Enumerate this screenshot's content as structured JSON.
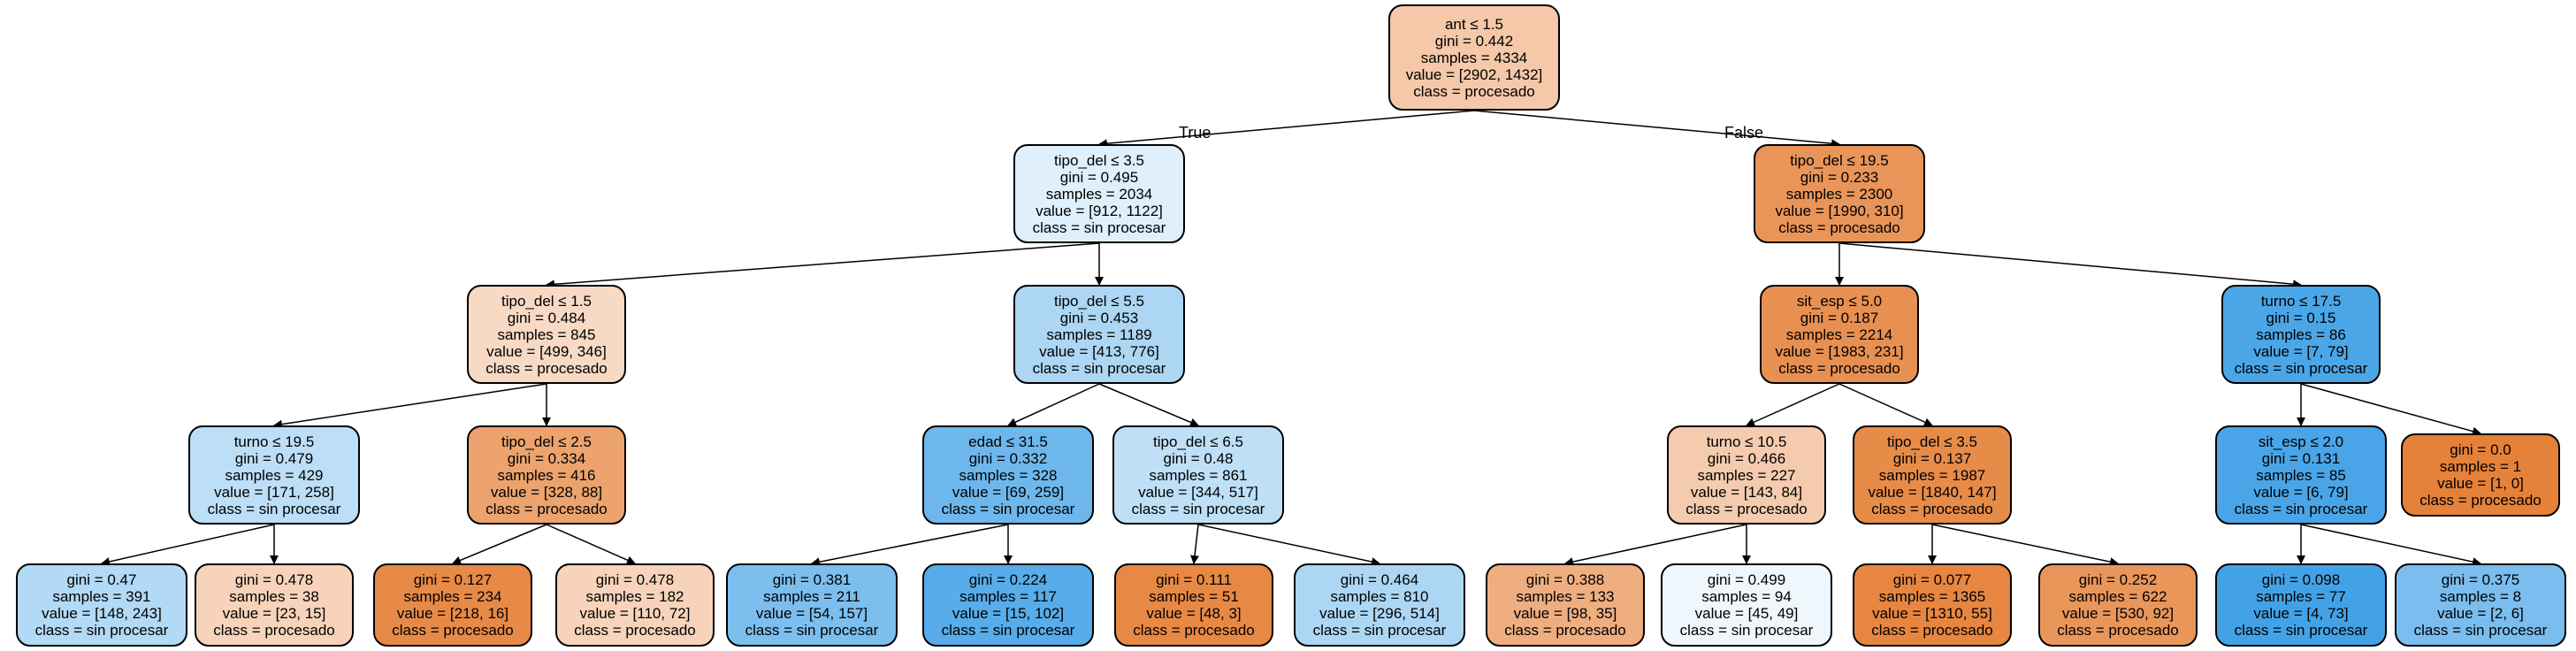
{
  "edge_labels": {
    "true_label": "True",
    "false_label": "False"
  },
  "colors": {
    "orange": "#e58139",
    "blue": "#399de5",
    "border": "#000000",
    "edge": "#000000"
  },
  "nodes": [
    {
      "id": 0,
      "lines": [
        "ant ≤ 1.5",
        "gini = 0.442",
        "samples = 4334",
        "value = [2902, 1432]",
        "class = procesado"
      ],
      "cls": "procesado",
      "purity": 0.44
    },
    {
      "id": 1,
      "lines": [
        "tipo_del ≤ 3.5",
        "gini = 0.495",
        "samples = 2034",
        "value = [912, 1122]",
        "class = sin procesar"
      ],
      "cls": "sin procesar",
      "purity": 0.16
    },
    {
      "id": 2,
      "lines": [
        "tipo_del ≤ 19.5",
        "gini = 0.233",
        "samples = 2300",
        "value = [1990, 310]",
        "class = procesado"
      ],
      "cls": "procesado",
      "purity": 0.84
    },
    {
      "id": 3,
      "lines": [
        "tipo_del ≤ 1.5",
        "gini = 0.484",
        "samples = 845",
        "value = [499, 346]",
        "class = procesado"
      ],
      "cls": "procesado",
      "purity": 0.3
    },
    {
      "id": 4,
      "lines": [
        "tipo_del ≤ 5.5",
        "gini = 0.453",
        "samples = 1189",
        "value = [413, 776]",
        "class = sin procesar"
      ],
      "cls": "sin procesar",
      "purity": 0.42
    },
    {
      "id": 5,
      "lines": [
        "sit_esp ≤ 5.0",
        "gini = 0.187",
        "samples = 2214",
        "value = [1983, 231]",
        "class = procesado"
      ],
      "cls": "procesado",
      "purity": 0.88
    },
    {
      "id": 6,
      "lines": [
        "turno ≤ 17.5",
        "gini = 0.15",
        "samples = 86",
        "value = [7, 79]",
        "class = sin procesar"
      ],
      "cls": "sin procesar",
      "purity": 0.91
    },
    {
      "id": 7,
      "lines": [
        "turno ≤ 19.5",
        "gini = 0.479",
        "samples = 429",
        "value = [171, 258]",
        "class = sin procesar"
      ],
      "cls": "sin procesar",
      "purity": 0.34
    },
    {
      "id": 8,
      "lines": [
        "tipo_del ≤ 2.5",
        "gini = 0.334",
        "samples = 416",
        "value = [328, 88]",
        "class = procesado"
      ],
      "cls": "procesado",
      "purity": 0.73
    },
    {
      "id": 9,
      "lines": [
        "edad ≤ 31.5",
        "gini = 0.332",
        "samples = 328",
        "value = [69, 259]",
        "class = sin procesar"
      ],
      "cls": "sin procesar",
      "purity": 0.73
    },
    {
      "id": 10,
      "lines": [
        "tipo_del ≤ 6.5",
        "gini = 0.48",
        "samples = 861",
        "value = [344, 517]",
        "class = sin procesar"
      ],
      "cls": "sin procesar",
      "purity": 0.33
    },
    {
      "id": 11,
      "lines": [
        "turno ≤ 10.5",
        "gini = 0.466",
        "samples = 227",
        "value = [143, 84]",
        "class = procesado"
      ],
      "cls": "procesado",
      "purity": 0.41
    },
    {
      "id": 12,
      "lines": [
        "tipo_del ≤ 3.5",
        "gini = 0.137",
        "samples = 1987",
        "value = [1840, 147]",
        "class = procesado"
      ],
      "cls": "procesado",
      "purity": 0.92
    },
    {
      "id": 13,
      "lines": [
        "sit_esp ≤ 2.0",
        "gini = 0.131",
        "samples = 85",
        "value = [6, 79]",
        "class = sin procesar"
      ],
      "cls": "sin procesar",
      "purity": 0.92
    },
    {
      "id": 14,
      "lines": [
        "gini = 0.0",
        "samples = 1",
        "value = [1, 0]",
        "class = procesado"
      ],
      "cls": "procesado",
      "purity": 1.0
    },
    {
      "id": 15,
      "lines": [
        "gini = 0.47",
        "samples = 391",
        "value = [148, 243]",
        "class = sin procesar"
      ],
      "cls": "sin procesar",
      "purity": 0.39
    },
    {
      "id": 16,
      "lines": [
        "gini = 0.478",
        "samples = 38",
        "value = [23, 15]",
        "class = procesado"
      ],
      "cls": "procesado",
      "purity": 0.35
    },
    {
      "id": 17,
      "lines": [
        "gini = 0.127",
        "samples = 234",
        "value = [218, 16]",
        "class = procesado"
      ],
      "cls": "procesado",
      "purity": 0.93
    },
    {
      "id": 18,
      "lines": [
        "gini = 0.478",
        "samples = 182",
        "value = [110, 72]",
        "class = procesado"
      ],
      "cls": "procesado",
      "purity": 0.35
    },
    {
      "id": 19,
      "lines": [
        "gini = 0.381",
        "samples = 211",
        "value = [54, 157]",
        "class = sin procesar"
      ],
      "cls": "sin procesar",
      "purity": 0.66
    },
    {
      "id": 20,
      "lines": [
        "gini = 0.224",
        "samples = 117",
        "value = [15, 102]",
        "class = sin procesar"
      ],
      "cls": "sin procesar",
      "purity": 0.85
    },
    {
      "id": 21,
      "lines": [
        "gini = 0.111",
        "samples = 51",
        "value = [48, 3]",
        "class = procesado"
      ],
      "cls": "procesado",
      "purity": 0.94
    },
    {
      "id": 22,
      "lines": [
        "gini = 0.464",
        "samples = 810",
        "value = [296, 514]",
        "class = sin procesar"
      ],
      "cls": "sin procesar",
      "purity": 0.42
    },
    {
      "id": 23,
      "lines": [
        "gini = 0.388",
        "samples = 133",
        "value = [98, 35]",
        "class = procesado"
      ],
      "cls": "procesado",
      "purity": 0.64
    },
    {
      "id": 24,
      "lines": [
        "gini = 0.499",
        "samples = 94",
        "value = [45, 49]",
        "class = sin procesar"
      ],
      "cls": "sin procesar",
      "purity": 0.08
    },
    {
      "id": 25,
      "lines": [
        "gini = 0.077",
        "samples = 1365",
        "value = [1310, 55]",
        "class = procesado"
      ],
      "cls": "procesado",
      "purity": 0.96
    },
    {
      "id": 26,
      "lines": [
        "gini = 0.252",
        "samples = 622",
        "value = [530, 92]",
        "class = procesado"
      ],
      "cls": "procesado",
      "purity": 0.83
    },
    {
      "id": 27,
      "lines": [
        "gini = 0.098",
        "samples = 77",
        "value = [4, 73]",
        "class = sin procesar"
      ],
      "cls": "sin procesar",
      "purity": 0.95
    },
    {
      "id": 28,
      "lines": [
        "gini = 0.375",
        "samples = 8",
        "value = [2, 6]",
        "class = sin procesar"
      ],
      "cls": "sin procesar",
      "purity": 0.67
    }
  ],
  "edges": [
    [
      0,
      1
    ],
    [
      0,
      2
    ],
    [
      1,
      3
    ],
    [
      1,
      4
    ],
    [
      2,
      5
    ],
    [
      2,
      6
    ],
    [
      3,
      7
    ],
    [
      3,
      8
    ],
    [
      4,
      9
    ],
    [
      4,
      10
    ],
    [
      5,
      11
    ],
    [
      5,
      12
    ],
    [
      6,
      13
    ],
    [
      6,
      14
    ],
    [
      7,
      15
    ],
    [
      7,
      16
    ],
    [
      8,
      17
    ],
    [
      8,
      18
    ],
    [
      9,
      19
    ],
    [
      9,
      20
    ],
    [
      10,
      21
    ],
    [
      10,
      22
    ],
    [
      11,
      23
    ],
    [
      11,
      24
    ],
    [
      12,
      25
    ],
    [
      12,
      26
    ],
    [
      13,
      27
    ],
    [
      13,
      28
    ]
  ]
}
